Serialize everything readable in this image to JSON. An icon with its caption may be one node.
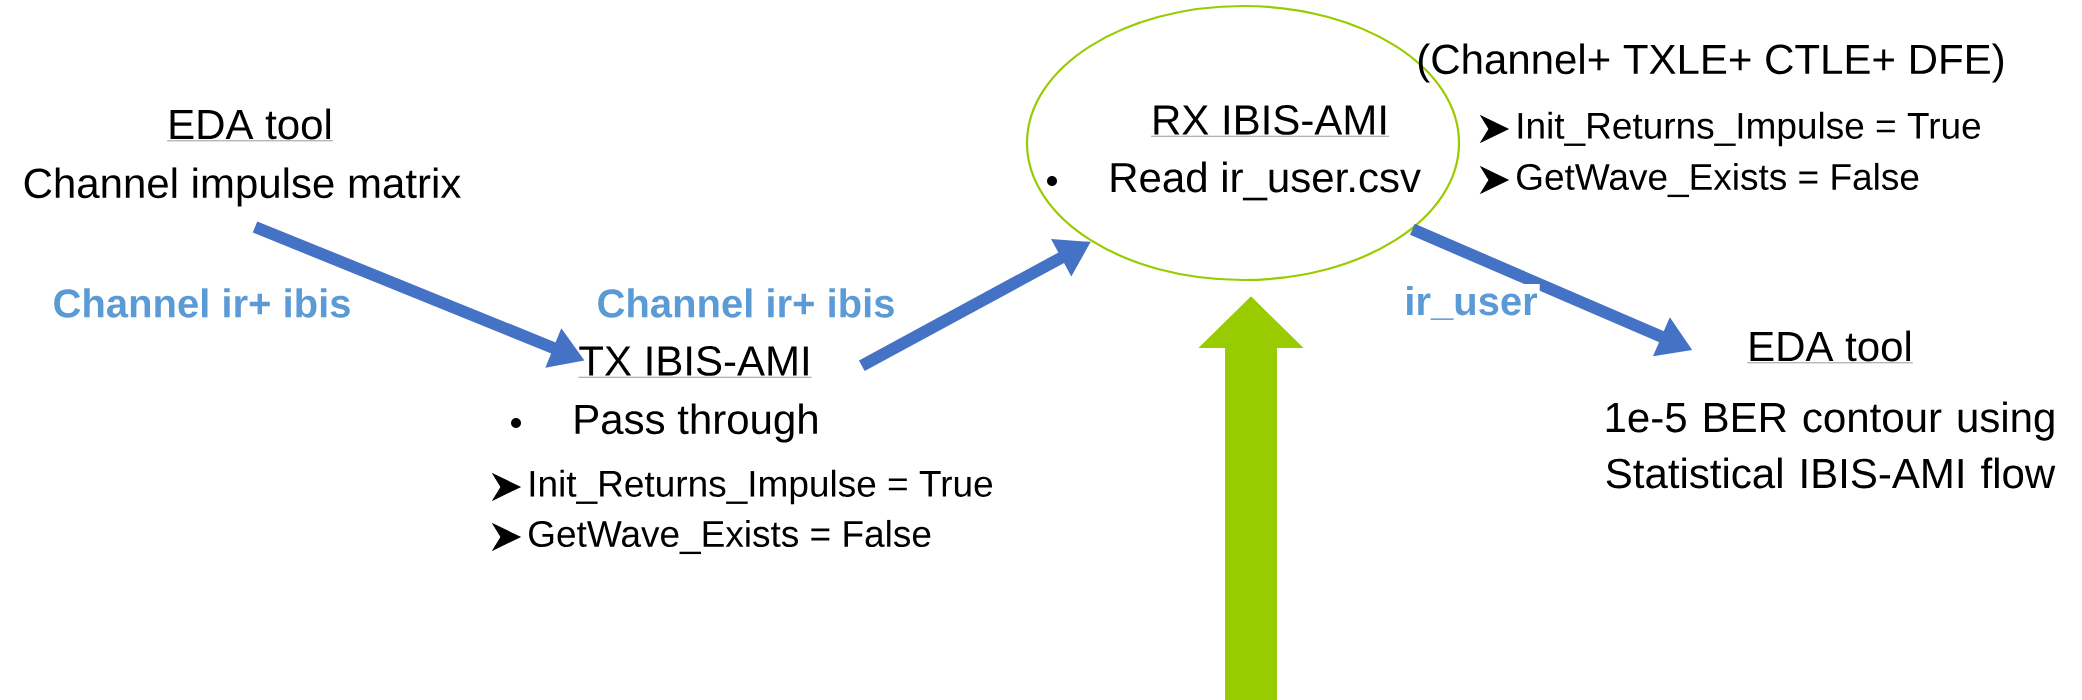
{
  "diagram": {
    "nodes": [
      {
        "text": [
          "EDA tool",
          "Channel impulse matrix"
        ]
      },
      {
        "text": [
          "TX IBIS-AMI",
          "Pass through",
          "Init_Returns_Impulse = True",
          "GetWave_Exists = False"
        ]
      },
      {
        "text": [
          "RX IBIS-AMI",
          "Read ir_user.csv"
        ],
        "beside": [
          "(Channel+ TXLE+ CTLE+ DFE)",
          "Init_Returns_Impulse = True",
          "GetWave_Exists = False"
        ]
      },
      {
        "text": [
          "EDA tool",
          "1e-5 BER contour using Statistical IBIS-AMI flow"
        ]
      }
    ],
    "edges": [
      {
        "from": 0,
        "to": 1,
        "arrow": "to",
        "label": "Channel ir+ ibis"
      },
      {
        "from": 1,
        "to": 2,
        "arrow": "to",
        "label": "Channel ir+ ibis"
      },
      {
        "from": 2,
        "to": 3,
        "arrow": "to",
        "label": "ir_user"
      },
      {
        "from": null,
        "to": 2,
        "arrow": "to",
        "style": "thick",
        "color": "#99cc00"
      }
    ]
  }
}
